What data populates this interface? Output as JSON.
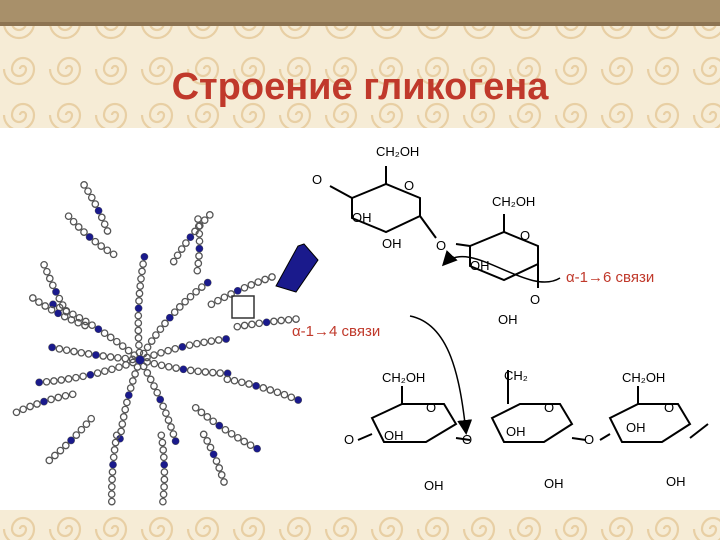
{
  "slide": {
    "title": "Строение гликогена",
    "colors": {
      "title": "#c0392b",
      "background": "#f6ecd6",
      "border_pattern": "#e8cfa4",
      "top_stripe": "#a8906a",
      "molecule": "#000000",
      "branch_point": "#1a1a8c",
      "arrow": "#000000"
    }
  },
  "figure": {
    "label_14": "α-1→4 связи",
    "label_16": "α-1→6 связи",
    "labels": {
      "ch2oh": "CH₂OH",
      "ch2": "CH₂",
      "o": "O",
      "oh": "OH"
    },
    "legend_icons": [
      "glucose-residue-icon",
      "branch-point-icon",
      "magnify-arrow-icon"
    ]
  }
}
